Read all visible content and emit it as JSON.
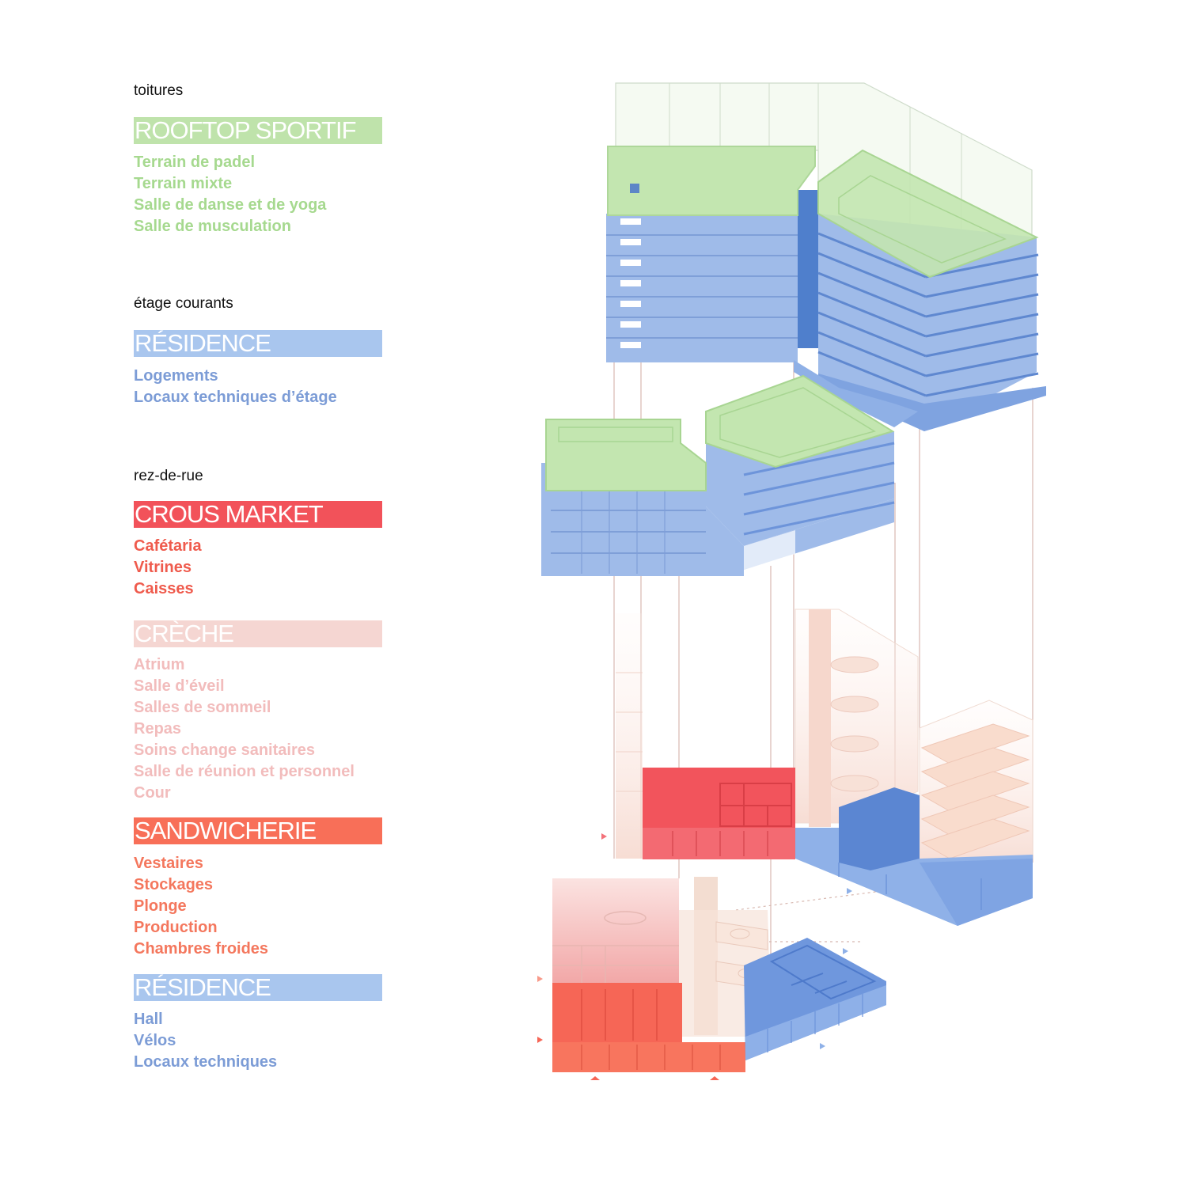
{
  "colors": {
    "green": "#bfe3ab",
    "green_text": "#a6d98f",
    "blue": "#a9c6ee",
    "blue_text": "#7c9cd6",
    "red": "#f2525a",
    "red_text": "#ef5b4d",
    "pink": "#f5d6d2",
    "pink_text": "#f2bcbc",
    "orange": "#f86f58",
    "orange_text": "#f4775d"
  },
  "sections": [
    {
      "label": "toitures",
      "groups": [
        {
          "title": "ROOFTOP SPORTIF",
          "color": "green",
          "items": [
            "Terrain de padel",
            "Terrain mixte",
            "Salle de danse et de yoga",
            "Salle de musculation"
          ]
        }
      ]
    },
    {
      "label": "étage courants",
      "groups": [
        {
          "title": "RÉSIDENCE",
          "color": "blue",
          "items": [
            "Logements",
            "Locaux techniques d’étage"
          ]
        }
      ]
    },
    {
      "label": "rez-de-rue",
      "groups": [
        {
          "title": "CROUS MARKET",
          "color": "red",
          "items": [
            "Cafétaria",
            "Vitrines",
            "Caisses"
          ]
        },
        {
          "title": "CRÈCHE",
          "color": "pink",
          "items": [
            "Atrium",
            "Salle d’éveil",
            "Salles de sommeil",
            "Repas",
            "Soins change sanitaires",
            "Salle de réunion et personnel",
            "Cour"
          ]
        },
        {
          "title": "SANDWICHERIE",
          "color": "orange",
          "items": [
            "Vestaires",
            "Stockages",
            "Plonge",
            "Production",
            "Chambres froides"
          ]
        },
        {
          "title": "RÉSIDENCE",
          "color": "blue",
          "items": [
            "Hall",
            "Vélos",
            "Locaux techniques"
          ]
        }
      ]
    }
  ]
}
